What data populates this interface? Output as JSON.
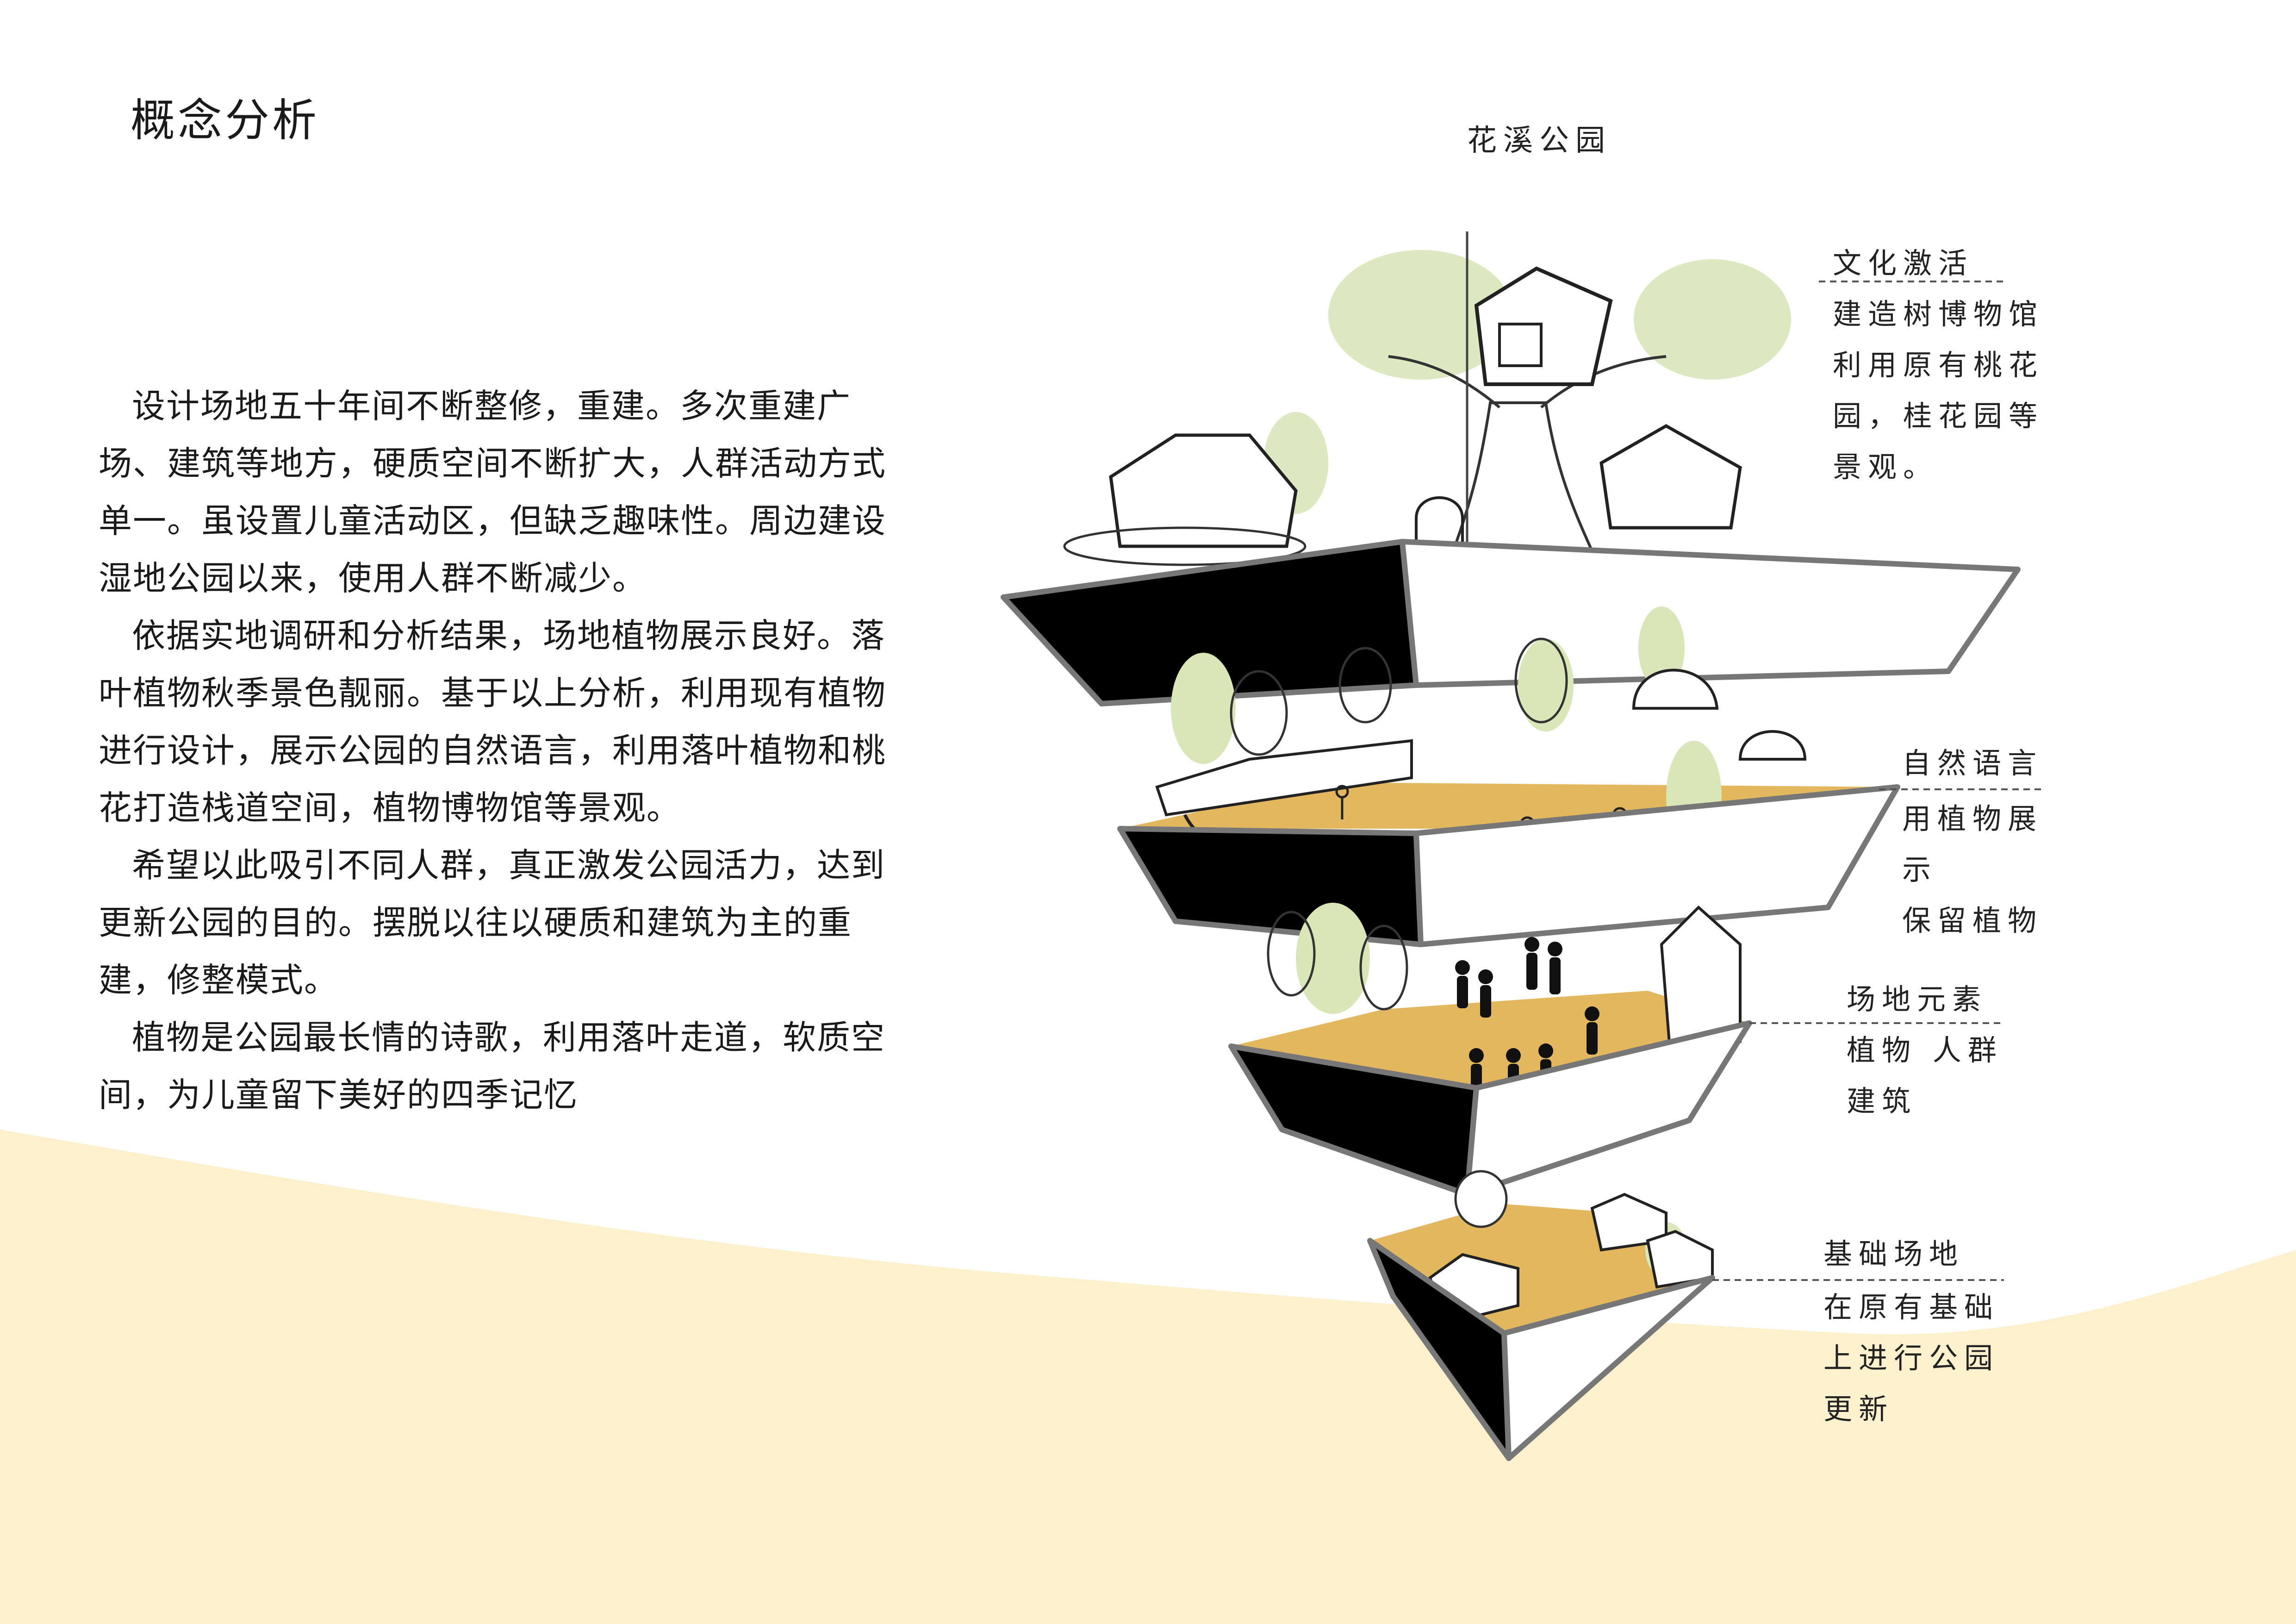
{
  "page": {
    "title": "概念分析",
    "background_colors": {
      "paper": "#ffffff",
      "wave": "#fdf0cc",
      "deck": "#e3b75e",
      "side": "#000000",
      "frame": "#777777"
    }
  },
  "body_paragraphs": [
    "设计场地五十年间不断整修，重建。多次重建广场、建筑等地方，硬质空间不断扩大，人群活动方式单一。虽设置儿童活动区，但缺乏趣味性。周边建设湿地公园以来，使用人群不断减少。",
    "依据实地调研和分析结果，场地植物展示良好。落叶植物秋季景色靓丽。基于以上分析，利用现有植物进行设计，展示公园的自然语言，利用落叶植物和桃花打造栈道空间，植物博物馆等景观。",
    "希望以此吸引不同人群，真正激发公园活力，达到更新公园的目的。摆脱以往以硬质和建筑为主的重建，修整模式。",
    "植物是公园最长情的诗歌，利用落叶走道，软质空间，为儿童留下美好的四季记忆"
  ],
  "diagram": {
    "title": "花溪公园",
    "layers": [
      {
        "heading": "文化激活",
        "lines": [
          "建造树博物馆",
          "利用原有桃花",
          "园，桂花园等",
          "景观。"
        ]
      },
      {
        "heading": "自然语言",
        "lines": [
          "用植物展",
          "示",
          "保留植物"
        ]
      },
      {
        "heading": "场地元素",
        "lines": [
          "植物 人群",
          "建筑"
        ]
      },
      {
        "heading": "基础场地",
        "lines": [
          "在原有基础",
          "上进行公园",
          "更新"
        ]
      }
    ]
  }
}
